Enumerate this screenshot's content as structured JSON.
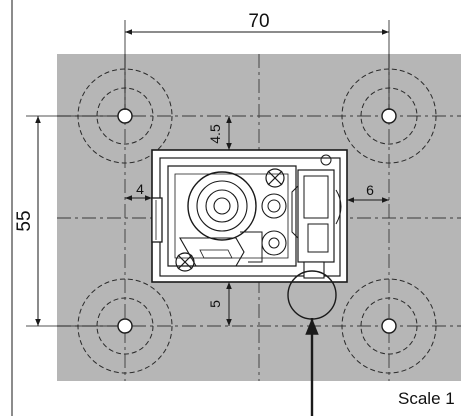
{
  "diagram": {
    "dimensions": {
      "hole_spacing_horizontal": "70",
      "hole_spacing_vertical": "55",
      "left_clearance": "4",
      "right_clearance": "6",
      "top_clearance": "4.5",
      "bottom_clearance": "5"
    },
    "scale_label": "Scale 1"
  },
  "colors": {
    "plate": "#b6b6b6",
    "line": "#1a1a1a",
    "component": "#ffffff"
  }
}
